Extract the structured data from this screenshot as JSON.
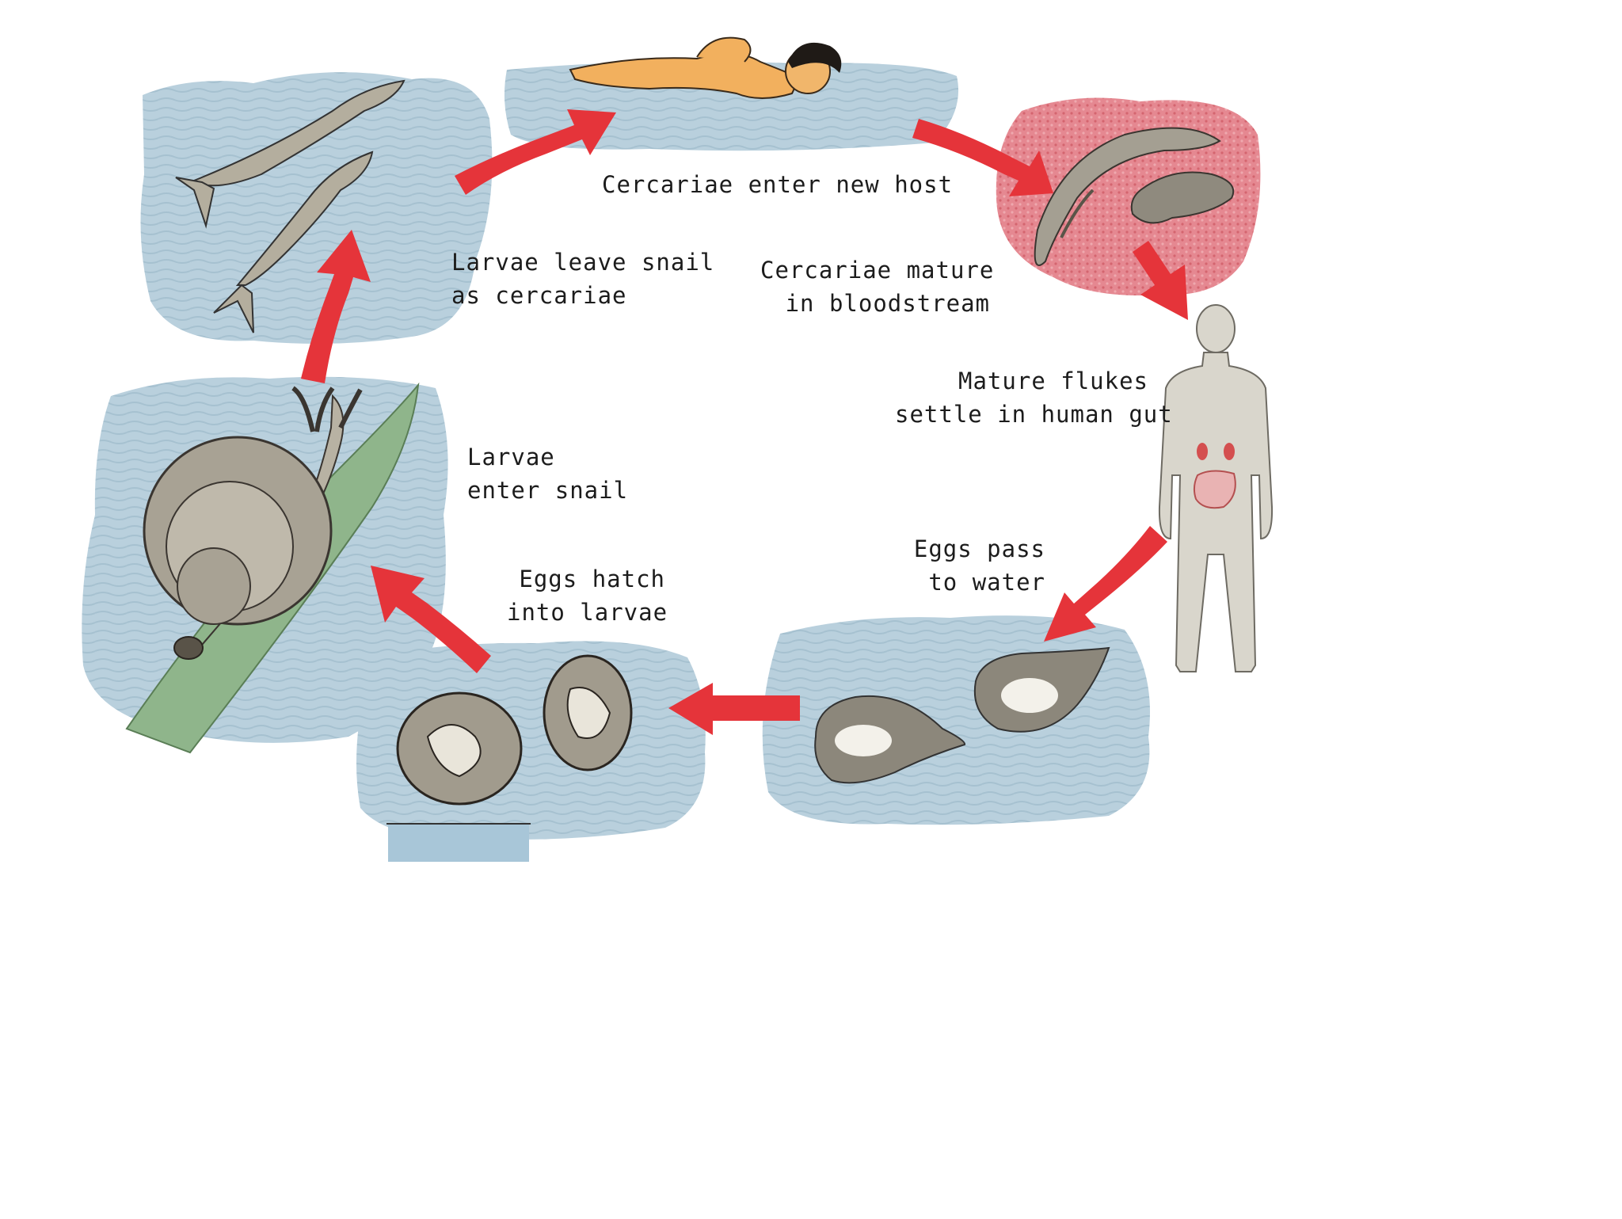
{
  "diagram": {
    "labels": {
      "cercariae_enter_host": [
        "Cercariae enter new host"
      ],
      "cercariae_mature": [
        "Cercariae mature",
        "in bloodstream"
      ],
      "flukes_settle": [
        "Mature flukes",
        "settle in human gut"
      ],
      "eggs_pass": [
        "Eggs pass",
        "to water"
      ],
      "eggs_hatch": [
        "Eggs hatch",
        "into larvae"
      ],
      "larvae_enter_snail": [
        "Larvae",
        "enter snail"
      ],
      "larvae_leave_snail": [
        "Larvae leave snail",
        "as cercariae"
      ]
    },
    "colors": {
      "water": "#b7cfdc",
      "water_stripe": "#a5c0cf",
      "arrow": "#e5343a",
      "bloodstream": "#e27f87",
      "body": "#d9d6cc",
      "snail_shell": "#a8a294",
      "leaf": "#8fb58b",
      "egg": "#8c877b"
    },
    "icons": [
      "swimmer-icon",
      "blood-fluke-icon",
      "human-body-icon",
      "fluke-egg-icon",
      "miracidium-larva-icon",
      "snail-icon",
      "cercaria-icon",
      "cycle-arrow-icon"
    ]
  }
}
